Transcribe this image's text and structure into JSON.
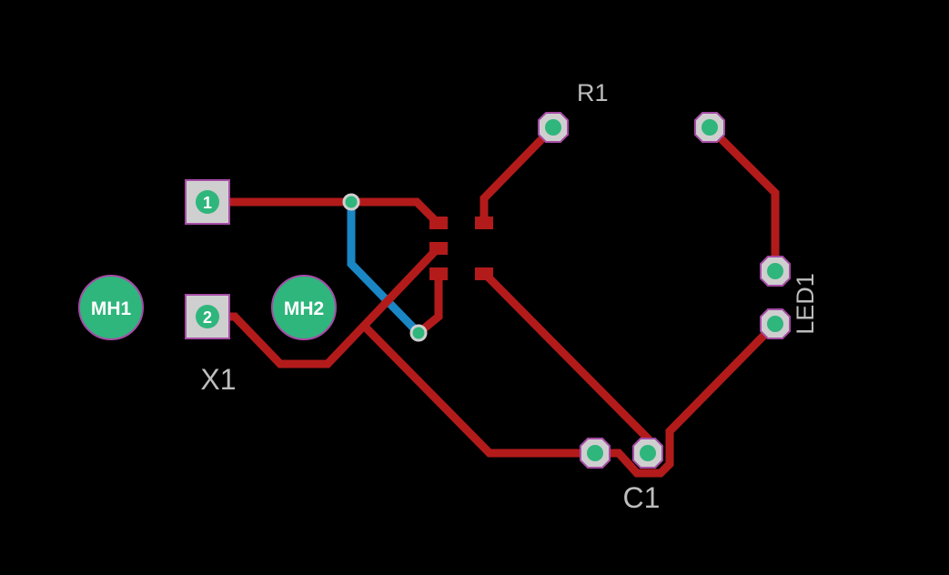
{
  "colors": {
    "background": "#000000",
    "top_copper": "#b31b1b",
    "bottom_copper": "#1a86c4",
    "pad_fill": "#2fb67c",
    "pad_outline": "#a64ca6",
    "silkscreen": "#bdbdbd",
    "square_pad": "#cfcfcf"
  },
  "components": {
    "x1": {
      "designator": "X1",
      "pin1": "1",
      "pin2": "2"
    },
    "r1": {
      "designator": "R1"
    },
    "led1": {
      "designator": "LED1"
    },
    "c1": {
      "designator": "C1"
    },
    "mh1": {
      "designator": "MH1"
    },
    "mh2": {
      "designator": "MH2"
    }
  }
}
